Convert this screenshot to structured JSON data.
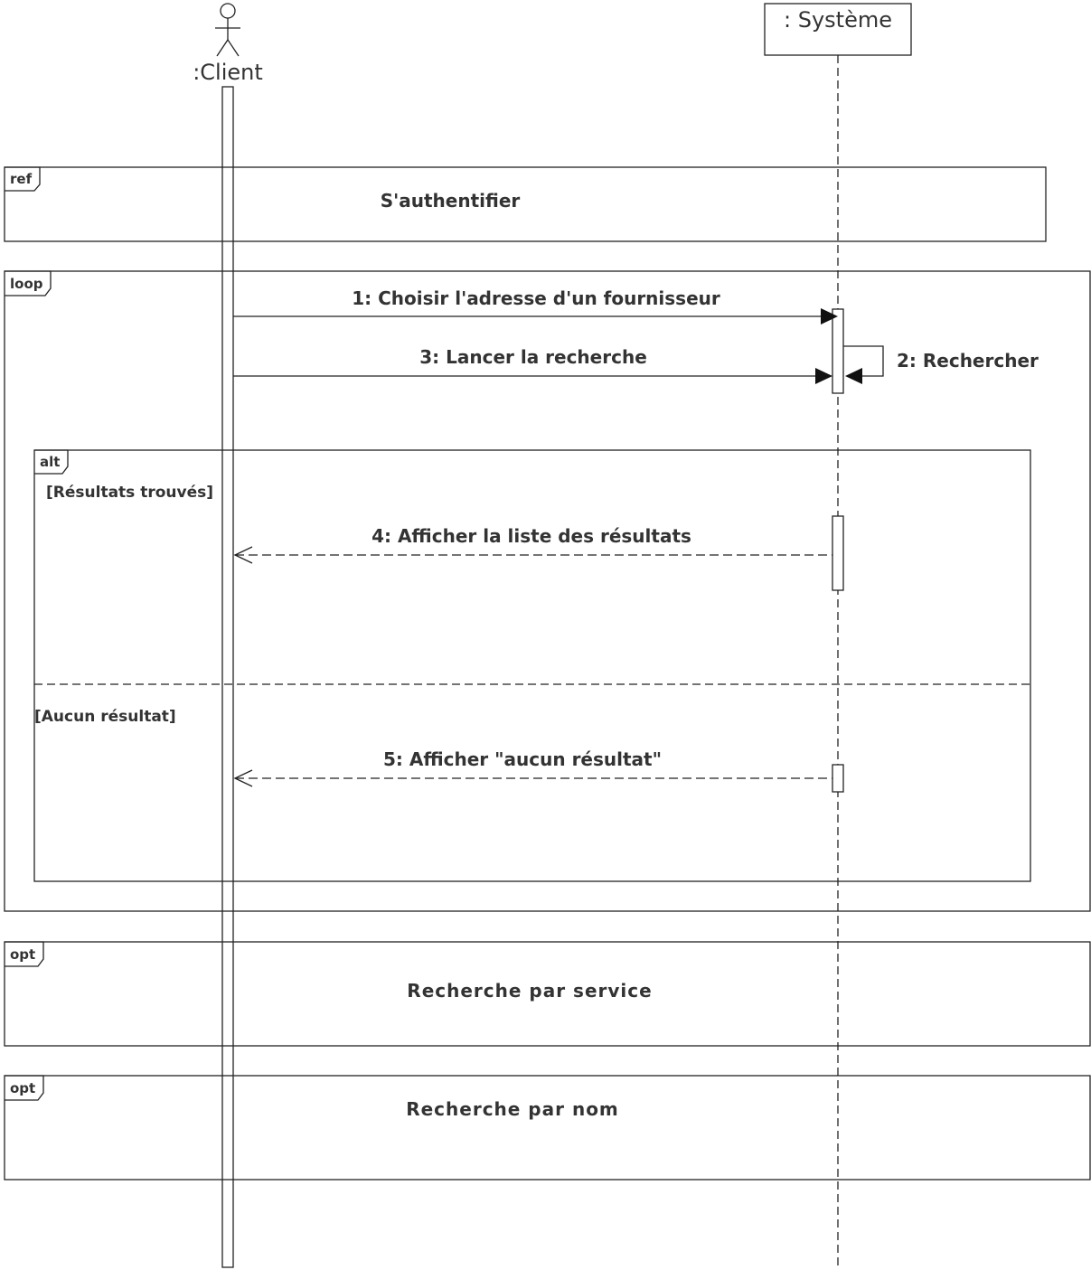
{
  "lifelines": {
    "client": {
      "name": ":Client"
    },
    "system": {
      "name": ": Système"
    }
  },
  "fragments": {
    "ref": {
      "operator": "ref",
      "label": "S'authentifier"
    },
    "loop": {
      "operator": "loop"
    },
    "alt": {
      "operator": "alt",
      "guard1": "[Résultats trouvés]",
      "guard2": "[Aucun résultat]"
    },
    "opt1": {
      "operator": "opt",
      "label": "Recherche par service"
    },
    "opt2": {
      "operator": "opt",
      "label": "Recherche par nom"
    }
  },
  "messages": {
    "m1": {
      "label": "1: Choisir l'adresse d'un fournisseur",
      "kind": "synchronous"
    },
    "m2": {
      "label": "2: Rechercher",
      "kind": "self-call"
    },
    "m3": {
      "label": "3: Lancer la recherche",
      "kind": "synchronous"
    },
    "m4": {
      "label": "4: Afficher la liste des résultats",
      "kind": "reply"
    },
    "m5": {
      "label": "5: Afficher \"aucun résultat\"",
      "kind": "reply"
    }
  }
}
